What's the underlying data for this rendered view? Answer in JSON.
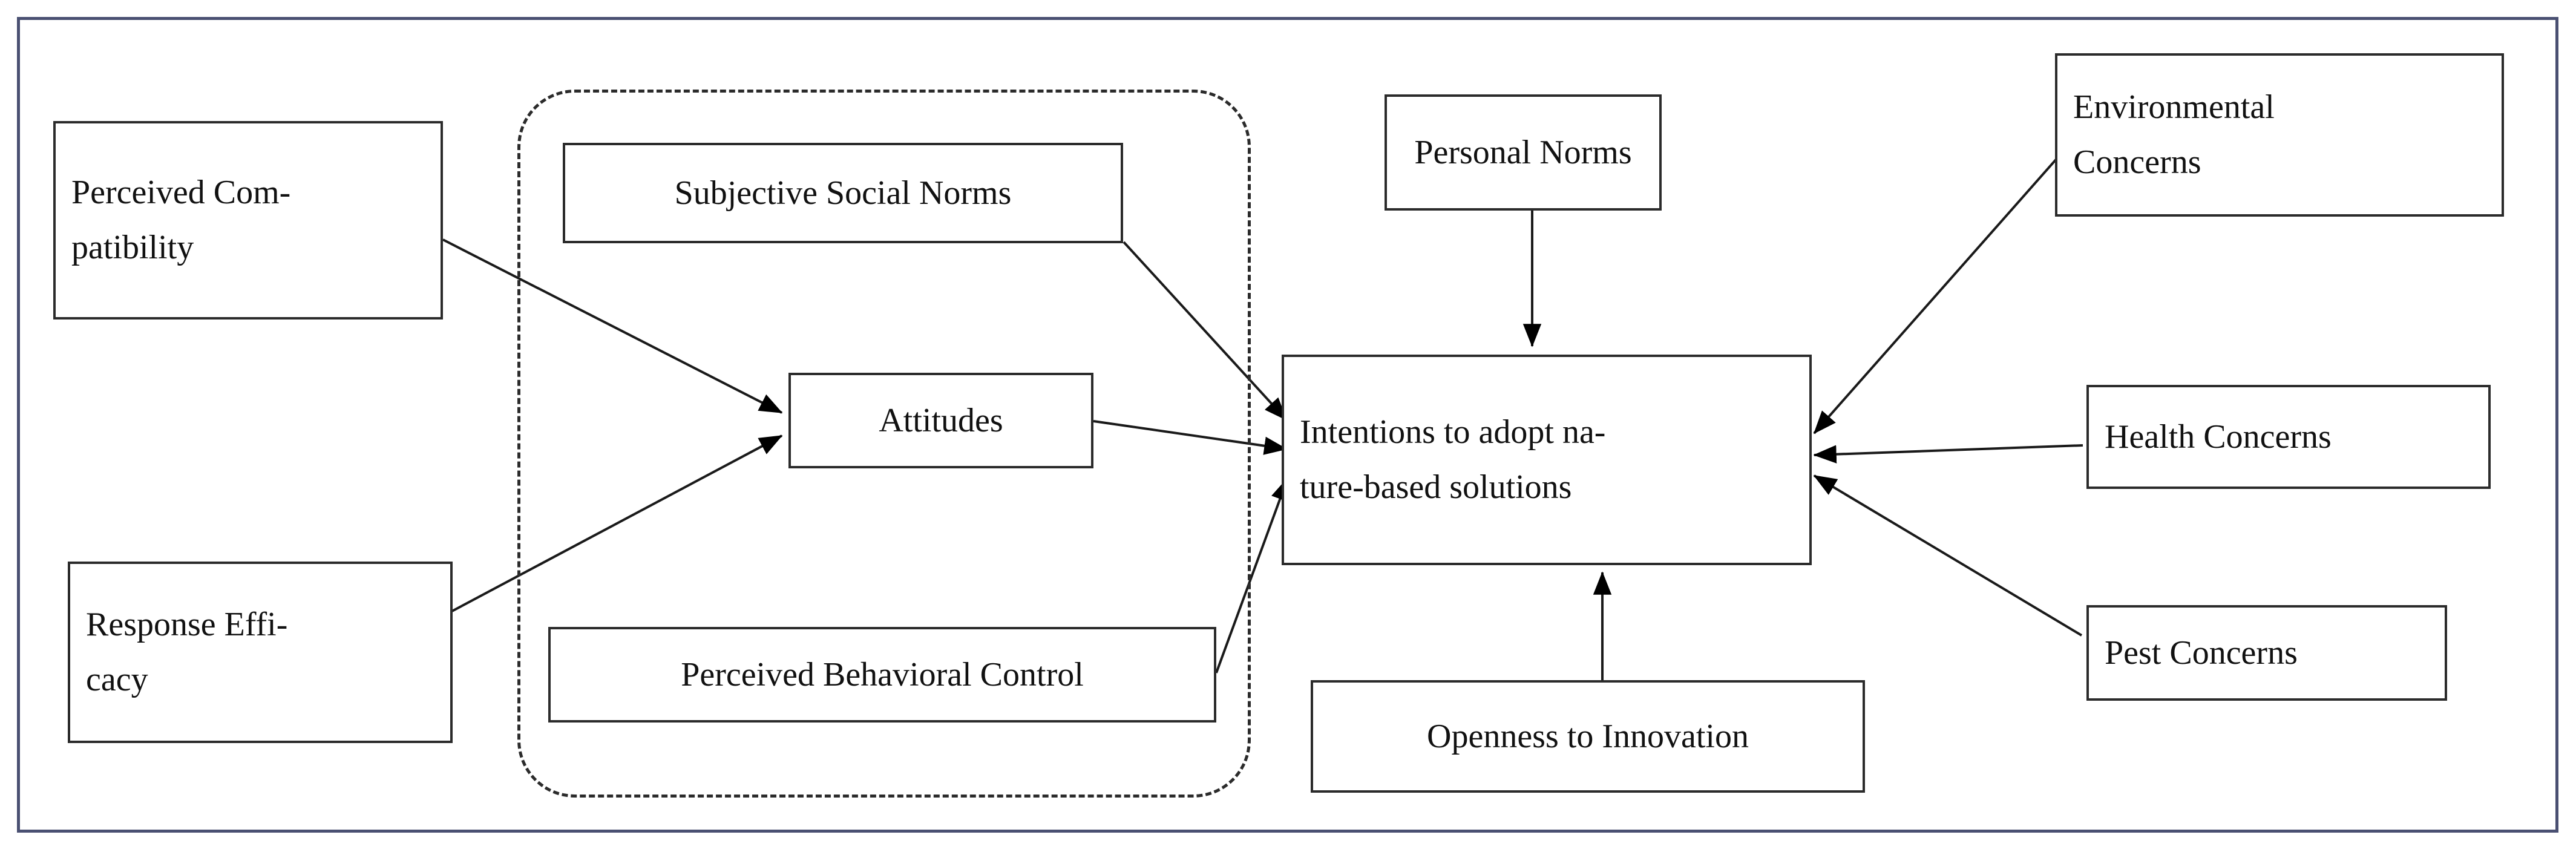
{
  "figure": {
    "kind": "conceptual-model-diagram",
    "frame_color": "#4a5072",
    "box_border_color": "#2b2b2b",
    "background": "#ffffff",
    "group_border_style": "dashed"
  },
  "nodes": {
    "perceived_compatibility": {
      "label": "Perceived Com-\npatibility"
    },
    "response_efficacy": {
      "label": "Response   Effi-\ncacy"
    },
    "subjective_social_norms": {
      "label": "Subjective Social Norms"
    },
    "attitudes": {
      "label": "Attitudes"
    },
    "perceived_behavioral_control": {
      "label": "Perceived Behavioral Control"
    },
    "personal_norms": {
      "label": "Personal Norms"
    },
    "intentions": {
      "label": "Intentions to adopt na-\nture-based solutions"
    },
    "openness_to_innovation": {
      "label": "Openness to Innovation"
    },
    "environmental_concerns": {
      "label": "Environmental\nConcerns"
    },
    "health_concerns": {
      "label": "Health Concerns"
    },
    "pest_concerns": {
      "label": "Pest Concerns"
    }
  },
  "edges": [
    {
      "from": "perceived_compatibility",
      "to": "attitudes",
      "arrow": "single"
    },
    {
      "from": "response_efficacy",
      "to": "attitudes",
      "arrow": "single"
    },
    {
      "from": "subjective_social_norms",
      "to": "intentions",
      "arrow": "single"
    },
    {
      "from": "attitudes",
      "to": "intentions",
      "arrow": "single"
    },
    {
      "from": "perceived_behavioral_control",
      "to": "intentions",
      "arrow": "single"
    },
    {
      "from": "personal_norms",
      "to": "intentions",
      "arrow": "single"
    },
    {
      "from": "openness_to_innovation",
      "to": "intentions",
      "arrow": "single"
    },
    {
      "from": "environmental_concerns",
      "to": "intentions",
      "arrow": "single"
    },
    {
      "from": "health_concerns",
      "to": "intentions",
      "arrow": "single"
    },
    {
      "from": "pest_concerns",
      "to": "intentions",
      "arrow": "single"
    }
  ]
}
